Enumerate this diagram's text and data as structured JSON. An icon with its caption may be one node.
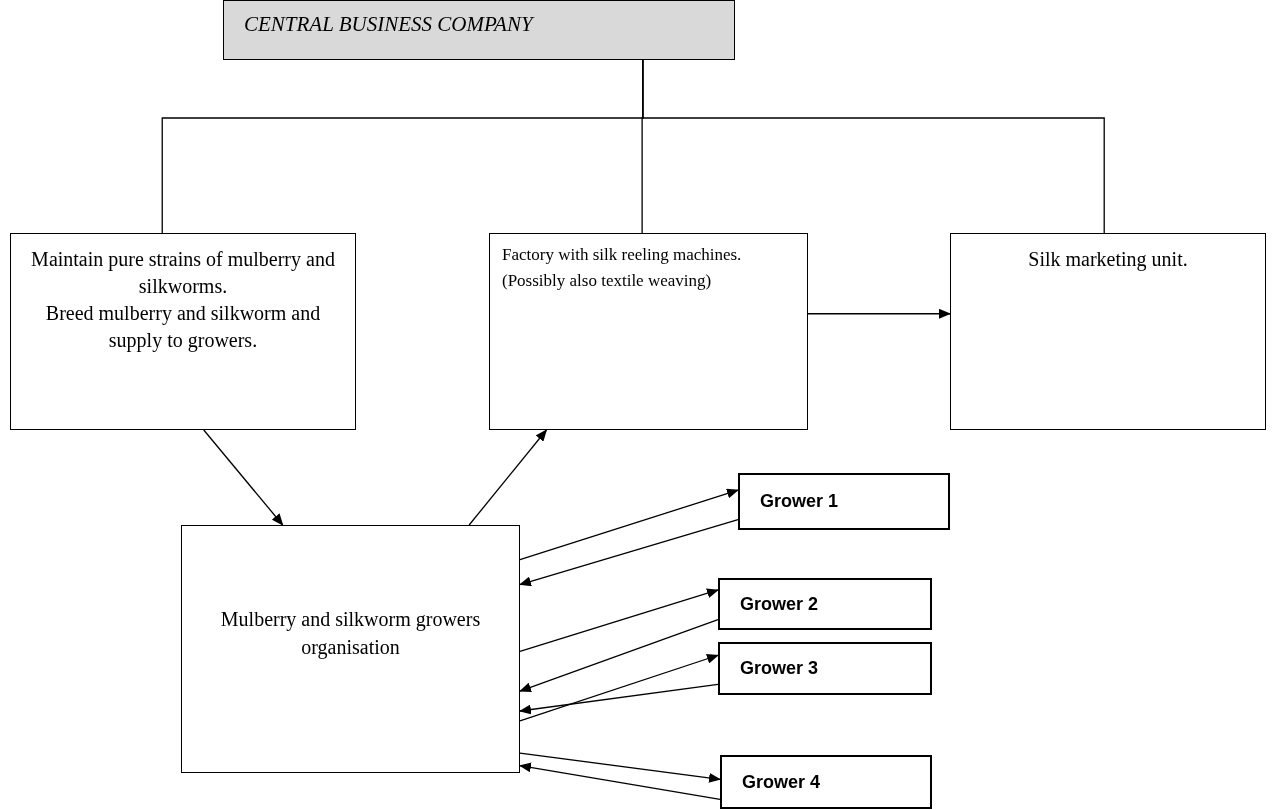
{
  "diagram": {
    "nodes": [
      {
        "text": [
          "CENTRAL BUSINESS COMPANY"
        ]
      },
      {
        "text": [
          "Maintain pure strains of mulberry and silkworms.",
          "Breed mulberry and silkworm and supply to growers."
        ]
      },
      {
        "text": [
          "Factory with silk reeling machines.  (Possibly also textile weaving)"
        ]
      },
      {
        "text": [
          "Silk marketing unit."
        ]
      },
      {
        "text": [
          "Mulberry and silkworm growers organisation"
        ]
      },
      {
        "text": [
          "Grower 1"
        ]
      },
      {
        "text": [
          "Grower 2"
        ]
      },
      {
        "text": [
          "Grower 3"
        ]
      },
      {
        "text": [
          "Grower 4"
        ]
      }
    ],
    "edges": [
      {
        "from": 0,
        "to": 1,
        "arrow": "none"
      },
      {
        "from": 0,
        "to": 2,
        "arrow": "none"
      },
      {
        "from": 0,
        "to": 3,
        "arrow": "none"
      },
      {
        "from": 2,
        "to": 3,
        "arrow": "to"
      },
      {
        "from": 1,
        "to": 4,
        "arrow": "to"
      },
      {
        "from": 4,
        "to": 2,
        "arrow": "to"
      },
      {
        "from": 4,
        "to": 5,
        "arrow": "to"
      },
      {
        "from": 5,
        "to": 4,
        "arrow": "to"
      },
      {
        "from": 4,
        "to": 6,
        "arrow": "to"
      },
      {
        "from": 6,
        "to": 4,
        "arrow": "to"
      },
      {
        "from": 4,
        "to": 7,
        "arrow": "to"
      },
      {
        "from": 7,
        "to": 4,
        "arrow": "to"
      },
      {
        "from": 4,
        "to": 8,
        "arrow": "to"
      },
      {
        "from": 8,
        "to": 4,
        "arrow": "to"
      }
    ]
  }
}
